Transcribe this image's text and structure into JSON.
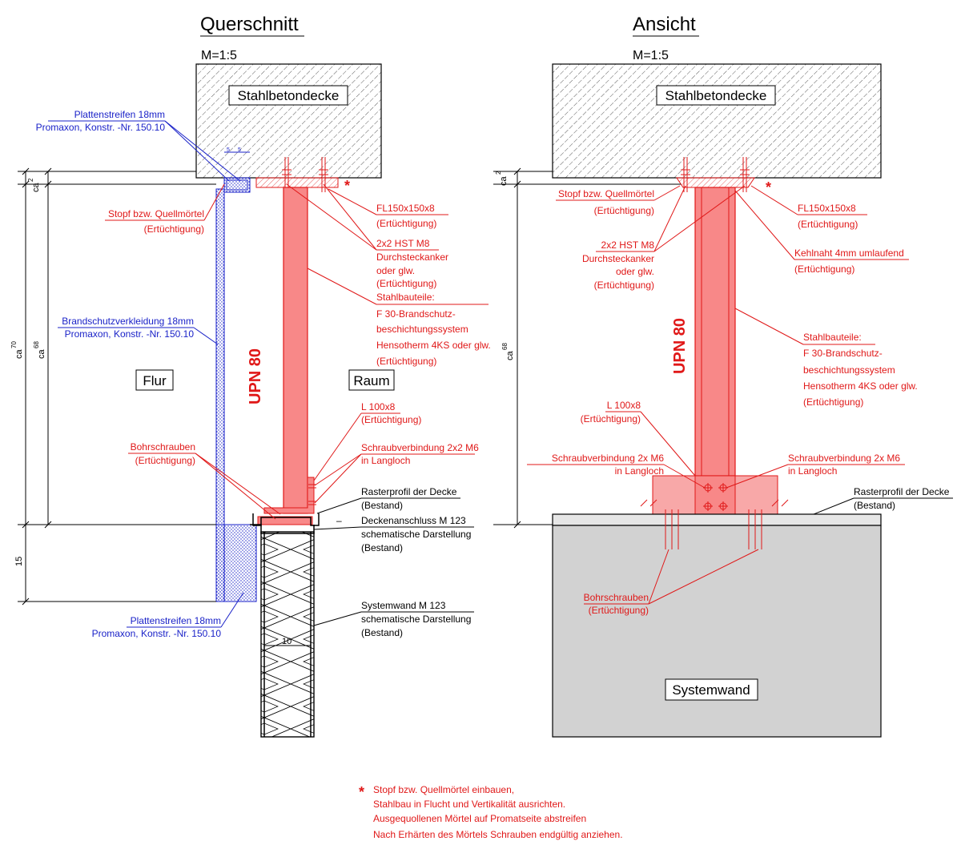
{
  "views": {
    "left": {
      "title": "Querschnitt",
      "scale": "M=1:5"
    },
    "right": {
      "title": "Ansicht",
      "scale": "M=1:5"
    }
  },
  "boxes": {
    "ceiling_left": "Stahlbetondecke",
    "ceiling_right": "Stahlbetondecke",
    "flur": "Flur",
    "raum": "Raum",
    "systemwand": "Systemwand"
  },
  "profile": {
    "left": "UPN 80",
    "right": "UPN 80"
  },
  "labels_left": {
    "plattenstreifen_top_1": "Plattenstreifen 18mm",
    "plattenstreifen_top_2": "Promaxon, Konstr. -Nr. 150.10",
    "stopf_1": "Stopf bzw. Quellmörtel",
    "stopf_2": "(Ertüchtigung)",
    "brandschutz_1": "Brandschutzverkleidung 18mm",
    "brandschutz_2": "Promaxon, Konstr. -Nr. 150.10",
    "bohr_1": "Bohrschrauben",
    "bohr_2": "(Ertüchtigung)",
    "plattenstreifen_bottom_1": "Plattenstreifen 18mm",
    "plattenstreifen_bottom_2": "Promaxon, Konstr. -Nr. 150.10",
    "fl_1": "FL150x150x8",
    "fl_2": "(Ertüchtigung)",
    "hst_1": "2x2 HST M8",
    "hst_2": "Durchsteckanker",
    "hst_3": "oder glw.",
    "hst_4": "(Ertüchtigung)",
    "stahl_1": "Stahlbauteile:",
    "stahl_2": "F 30-Brandschutz-",
    "stahl_3": "beschichtungssystem",
    "stahl_4": "Hensotherm  4KS oder glw.",
    "stahl_5": "(Ertüchtigung)",
    "l100_1": "L 100x8",
    "l100_2": "(Ertüchtigung)",
    "schraub_1": "Schraubverbindung 2x2 M6",
    "schraub_2": "in Langloch",
    "raster_1": "Rasterprofil der Decke",
    "raster_2": "(Bestand)",
    "decken_1": "Deckenanschluss M 123",
    "decken_2": "schematische Darstellung",
    "decken_3": "(Bestand)",
    "system_1": "Systemwand M 123",
    "system_2": "schematische Darstellung",
    "system_3": "(Bestand)"
  },
  "labels_right": {
    "stopf_1": "Stopf bzw. Quellmörtel",
    "stopf_2": "(Ertüchtigung)",
    "hst_1": "2x2 HST M8",
    "hst_2": "Durchsteckanker",
    "hst_3": "oder glw.",
    "hst_4": "(Ertüchtigung)",
    "fl_1": "FL150x150x8",
    "fl_2": "(Ertüchtigung)",
    "kehl_1": "Kehlnaht 4mm umlaufend",
    "kehl_2": "(Ertüchtigung)",
    "stahl_1": "Stahlbauteile:",
    "stahl_2": "F 30-Brandschutz-",
    "stahl_3": "beschichtungssystem",
    "stahl_4": "Hensotherm  4KS oder glw.",
    "stahl_5": "(Ertüchtigung)",
    "l100_1": "L 100x8",
    "l100_2": "(Ertüchtigung)",
    "schraubL_1": "Schraubverbindung 2x M6",
    "schraubL_2": "in Langloch",
    "schraubR_1": "Schraubverbindung 2x M6",
    "schraubR_2": "in Langloch",
    "raster_1": "Rasterprofil der Decke",
    "raster_2": "(Bestand)",
    "bohr_1": "Bohrschrauben",
    "bohr_2": "(Ertüchtigung)"
  },
  "dimensions": {
    "left_ca2": "ca",
    "left_ca2_exp": "2",
    "left_ca70": "ca",
    "left_ca70_exp": "70",
    "left_ca68": "ca",
    "left_ca68_exp": "68",
    "left_15": "15",
    "left_10": "10",
    "right_ca2": "ca",
    "right_ca2_exp": "2",
    "right_ca68": "ca",
    "right_ca68_exp": "68",
    "dim_5a": "5",
    "dim_5b": "5"
  },
  "footnote": {
    "marker": "*",
    "line1": "Stopf bzw. Quellmörtel einbauen,",
    "line2": "Stahlbau in Flucht und Vertikalität ausrichten.",
    "line3": "Ausgequollenen Mörtel auf Promatseite abstreifen",
    "line4": "Nach Erhärten des Mörtels Schrauben endgültig anziehen."
  },
  "markers": {
    "star_left": "*",
    "star_right": "*",
    "dash": "–"
  },
  "colors": {
    "steel": "#e01818",
    "steel_fill": "#f88888",
    "fire_board": "#1a22c8",
    "concrete_grey": "#d2d2d2"
  }
}
